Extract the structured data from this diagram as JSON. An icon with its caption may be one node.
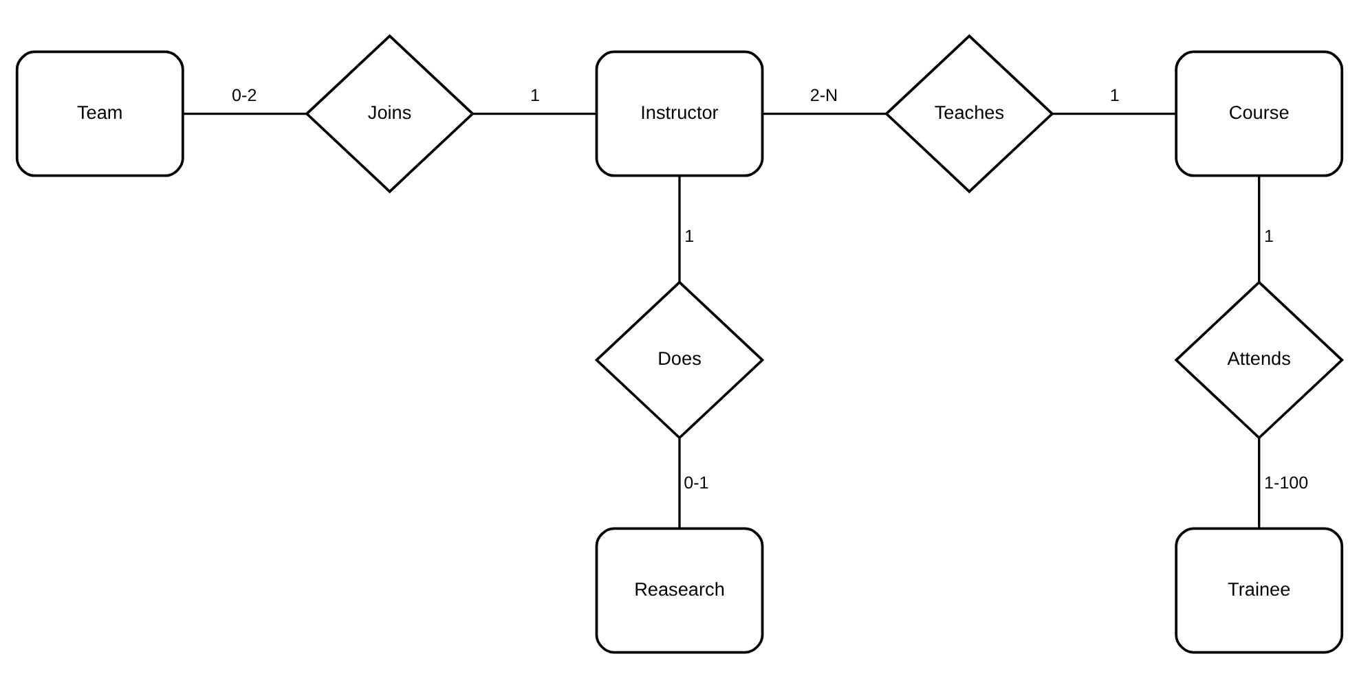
{
  "diagram": {
    "nodes": [
      {
        "text": [
          "Team"
        ]
      },
      {
        "text": [
          "Joins"
        ]
      },
      {
        "text": [
          "Instructor"
        ]
      },
      {
        "text": [
          "Teaches"
        ]
      },
      {
        "text": [
          "Course"
        ]
      },
      {
        "text": [
          "Does"
        ]
      },
      {
        "text": [
          "Attends"
        ]
      },
      {
        "text": [
          "Reasearch"
        ]
      },
      {
        "text": [
          "Trainee"
        ]
      }
    ],
    "edges": [
      {
        "from": 0,
        "to": 1,
        "arrow": "none",
        "label": "0-2"
      },
      {
        "from": 1,
        "to": 2,
        "arrow": "none",
        "label": "1"
      },
      {
        "from": 2,
        "to": 3,
        "arrow": "none",
        "label": "2-N"
      },
      {
        "from": 3,
        "to": 4,
        "arrow": "none",
        "label": "1"
      },
      {
        "from": 2,
        "to": 5,
        "arrow": "none",
        "label": "1"
      },
      {
        "from": 5,
        "to": 7,
        "arrow": "none",
        "label": "0-1"
      },
      {
        "from": 4,
        "to": 6,
        "arrow": "none",
        "label": "1"
      },
      {
        "from": 6,
        "to": 8,
        "arrow": "none",
        "label": "1-100"
      }
    ]
  }
}
